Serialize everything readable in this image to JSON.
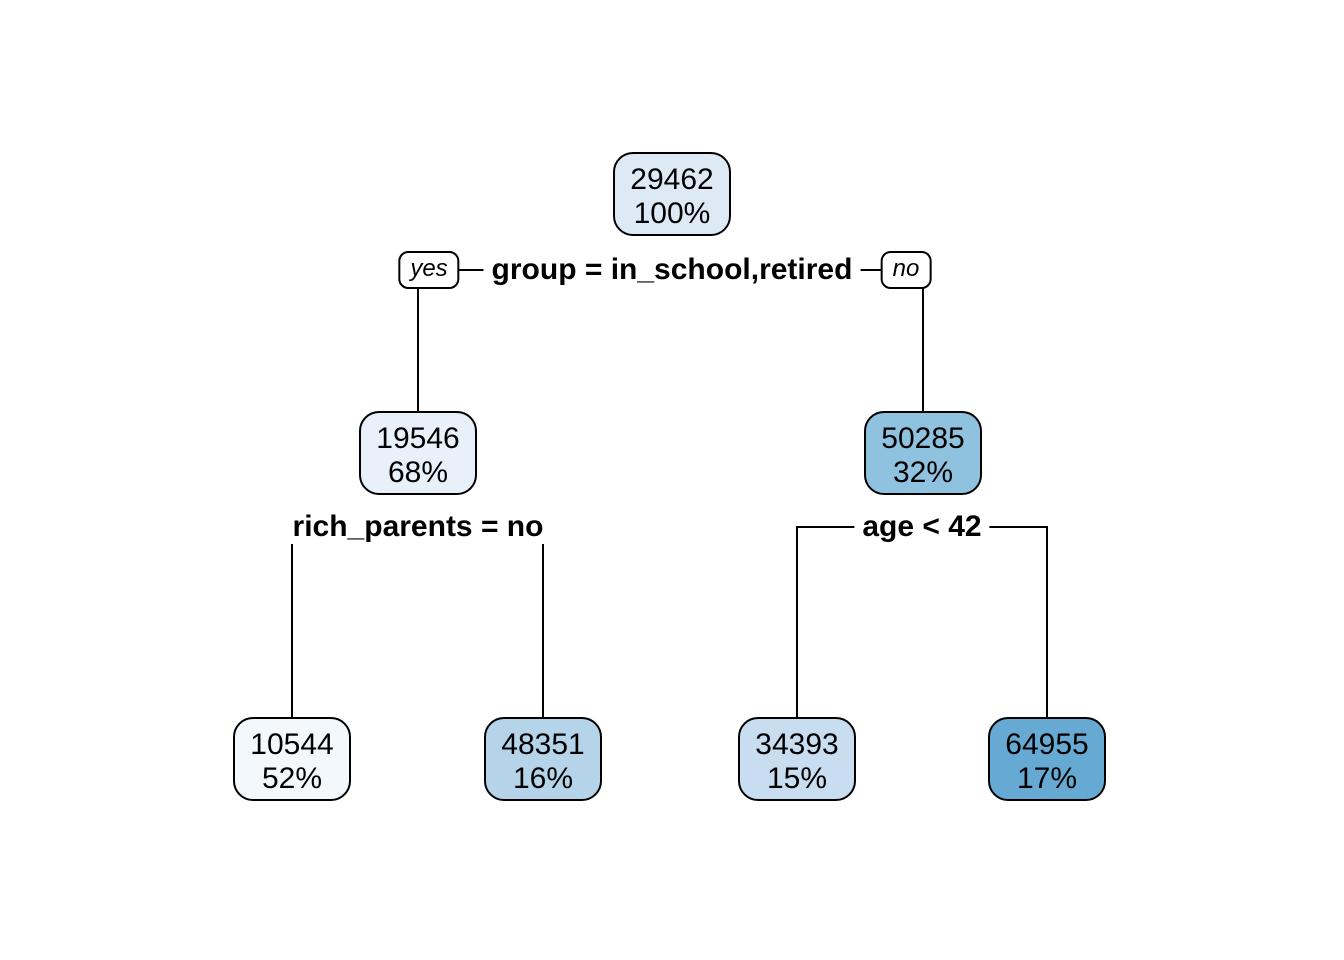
{
  "figure": {
    "type": "decision-tree",
    "background": "#FFFFFF",
    "line_color": "#000000",
    "text_color": "#000000"
  },
  "tree": {
    "nodes": {
      "root": {
        "value": "29462",
        "percent": "100%",
        "fill": "#DDEAF6"
      },
      "group_yes": {
        "value": "19546",
        "percent": "68%",
        "fill": "#E8F1FA"
      },
      "group_no": {
        "value": "50285",
        "percent": "32%",
        "fill": "#8FC2DE"
      },
      "rich_parents_yes": {
        "value": "10544",
        "percent": "52%",
        "fill": "#F2F8FC"
      },
      "rich_parents_no": {
        "value": "48351",
        "percent": "16%",
        "fill": "#B5D4E9"
      },
      "age_yes": {
        "value": "34393",
        "percent": "15%",
        "fill": "#C9DDF0"
      },
      "age_no": {
        "value": "64955",
        "percent": "17%",
        "fill": "#66A9D3"
      }
    },
    "splits": {
      "root_split": {
        "label": "group = in_school,retired",
        "yes_badge": "yes",
        "no_badge": "no"
      },
      "left_split": {
        "label": "rich_parents = no"
      },
      "right_split": {
        "label": "age < 42"
      }
    }
  }
}
